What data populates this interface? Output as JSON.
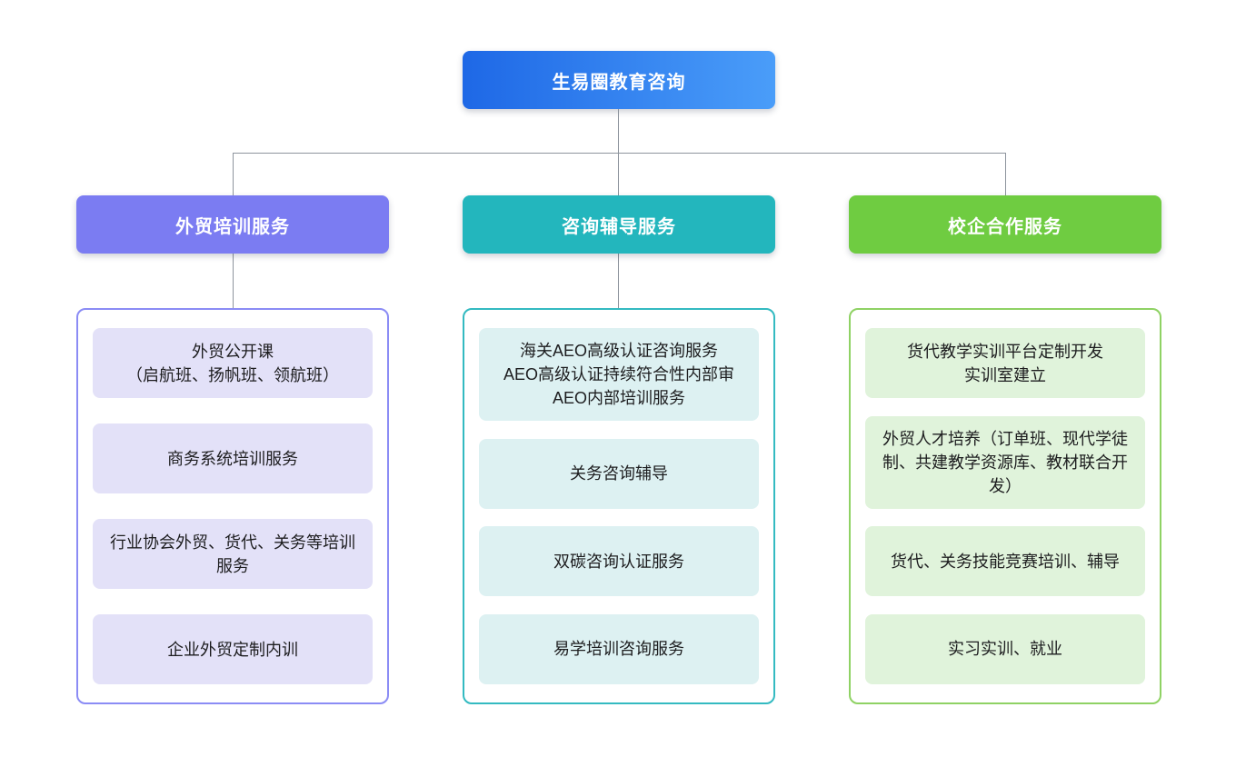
{
  "root": {
    "title": "生易圈教育咨询",
    "gradient_start": "#1E68E6",
    "gradient_end": "#4A9DF9"
  },
  "connector_color": "#8D949D",
  "branches": [
    {
      "title": "外贸培训服务",
      "header_color": "#7B7CF2",
      "container_border_color": "#8B8CF5",
      "item_bg_color": "#E3E1F8",
      "items": [
        "外贸公开课\n（启航班、扬帆班、领航班）",
        "商务系统培训服务",
        "行业协会外贸、货代、关务等培训服务",
        "企业外贸定制内训"
      ]
    },
    {
      "title": "咨询辅导服务",
      "header_color": "#23B6BD",
      "container_border_color": "#33BAC1",
      "item_bg_color": "#DDF1F2",
      "items": [
        "海关AEO高级认证咨询服务\nAEO高级认证持续符合性内部审\nAEO内部培训服务",
        "关务咨询辅导",
        "双碳咨询认证服务",
        "易学培训咨询服务"
      ]
    },
    {
      "title": "校企合作服务",
      "header_color": "#6FCC41",
      "container_border_color": "#8FD264",
      "item_bg_color": "#E0F3DB",
      "items": [
        "货代教学实训平台定制开发\n实训室建立",
        "外贸人才培养（订单班、现代学徒制、共建教学资源库、教材联合开发）",
        "货代、关务技能竞赛培训、辅导",
        "实习实训、就业"
      ]
    }
  ]
}
